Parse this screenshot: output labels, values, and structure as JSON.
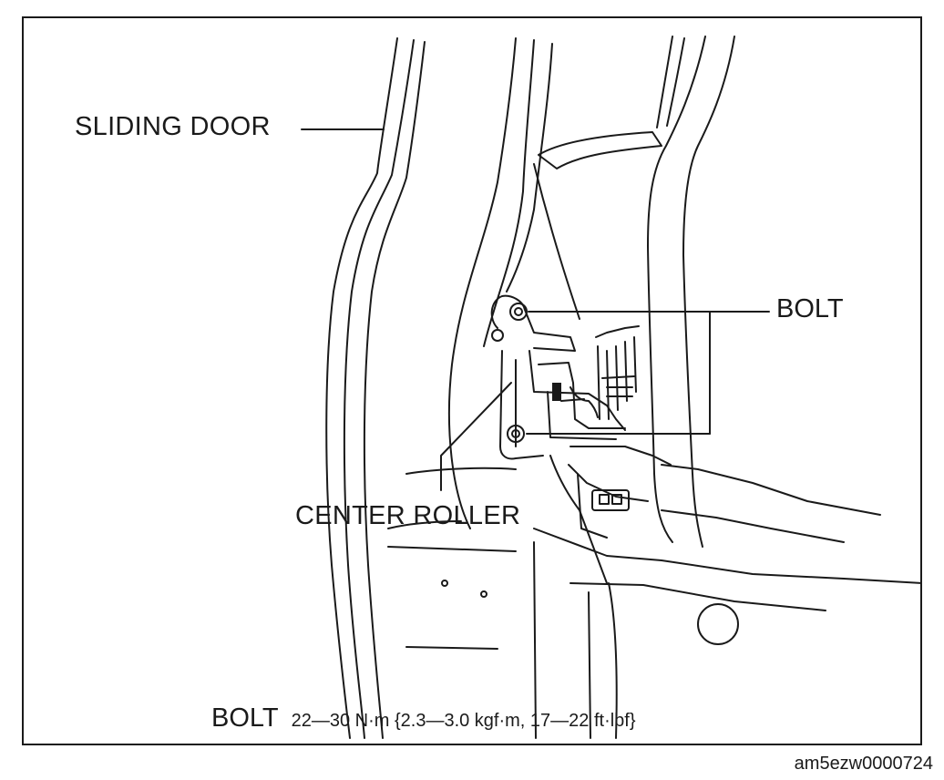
{
  "labels": {
    "sliding_door": "SLIDING DOOR",
    "bolt": "BOLT",
    "center_roller": "CENTER ROLLER"
  },
  "torque_spec": {
    "item": "BOLT",
    "value": "22—30 N·m {2.3—3.0 kgf·m, 17—22 ft·lbf}"
  },
  "figure_code": "am5ezw0000724"
}
